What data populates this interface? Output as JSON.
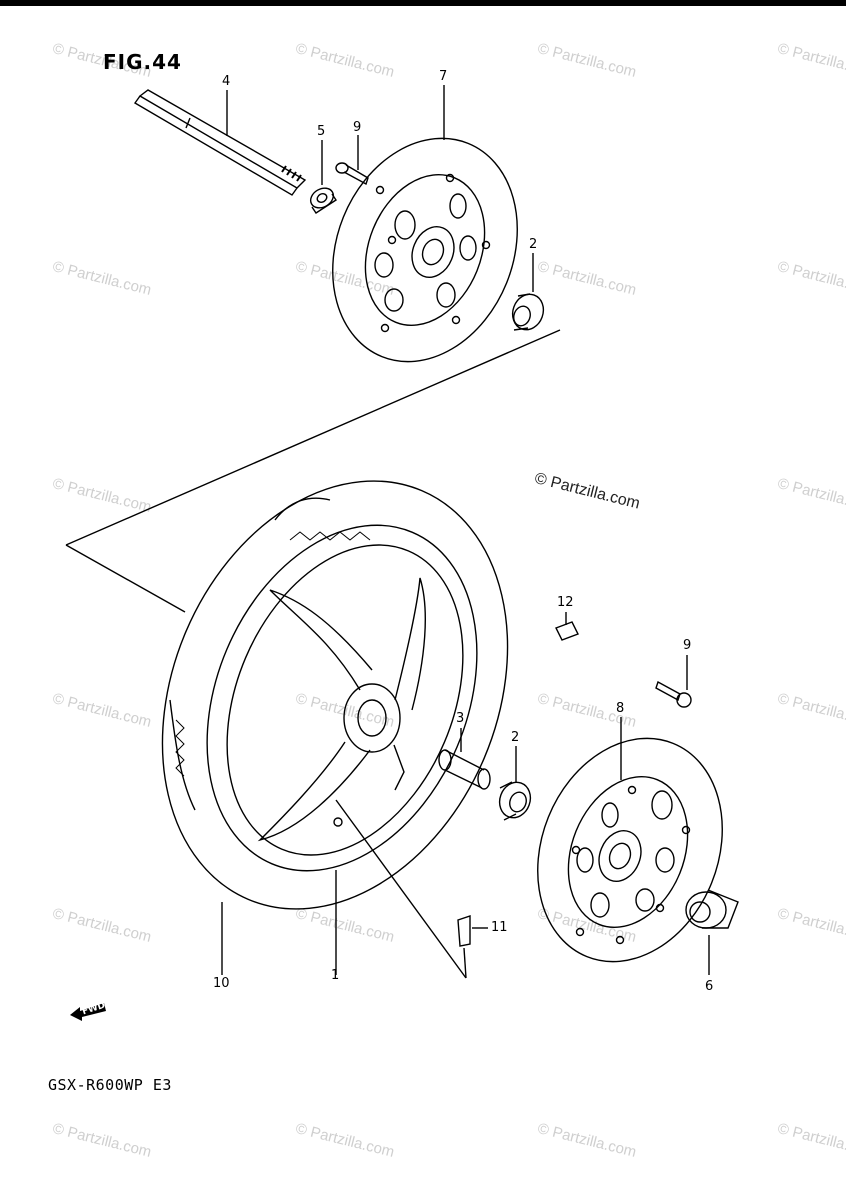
{
  "figure": {
    "title": "FIG.44",
    "model": "GSX-R600WP E3",
    "copyright": "© Partzilla.com",
    "watermark": "© Partzilla.com",
    "fwd_label": "FWD"
  },
  "callouts": [
    "1",
    "2",
    "2",
    "3",
    "4",
    "5",
    "6",
    "7",
    "8",
    "9",
    "9",
    "10",
    "11",
    "12"
  ]
}
